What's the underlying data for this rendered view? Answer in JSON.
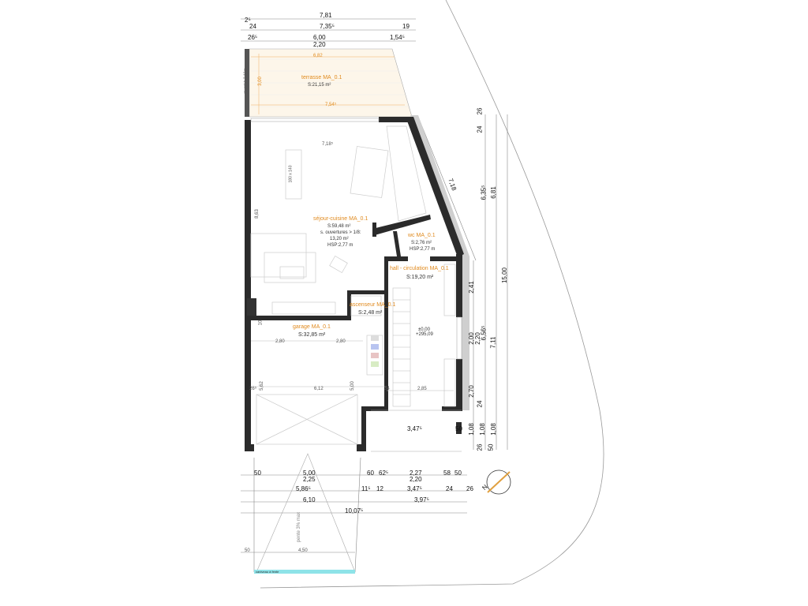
{
  "colors": {
    "wall": "#2b2b2b",
    "wall_outer": "#cfcfcf",
    "room_label": "#e08a1e",
    "terrace": "#fdf6ea",
    "curb": "#8ee3e8"
  },
  "rooms": {
    "terrace": {
      "name": "terrasse MA_0.1",
      "area": "S:21,15 m²",
      "dim_top": "6,82",
      "dim_bottom": "7,54⁵",
      "dim_side": "3,00",
      "wall_note": "muret h 2.10m"
    },
    "living": {
      "name": "séjour-cuisine MA_0.1",
      "area": "S:59,48 m²",
      "openings": "s. ouvertures > 1/8:",
      "openings_area": "13,20 m²",
      "hsp": "HSP:2,77 m",
      "dim_width": "7,18⁵",
      "dim_height": "8,63",
      "table": "180 x 140"
    },
    "wc": {
      "name": "wc MA_0.1",
      "area": "S:2,76 m²",
      "hsp": "HSP:2,77 m"
    },
    "hall": {
      "name": "hall - circulation MA_0.1",
      "area": "S:19,20 m²",
      "level": "±0,00",
      "altitude": "+295,09"
    },
    "elevator": {
      "name": "ascenseur MA_0.1",
      "area": "S:2,48 m²"
    },
    "garage": {
      "name": "garage MA_0.1",
      "area": "S:32,85 m²",
      "dim_left": "2,80",
      "dim_right": "2,80",
      "dim_width": "6,12",
      "dim_h1": "5,62",
      "dim_h2": "5,00",
      "dim_side": "26⁵",
      "dim_34": "34",
      "dim_hall": "2,85",
      "dim_10": "10"
    }
  },
  "dimensions_top": [
    "2⁵",
    "7,81",
    "24",
    "7,35⁵",
    "19",
    "26⁵",
    "6,00",
    "2,20",
    "1,54⁵"
  ],
  "dimensions_right": [
    "7,18",
    "26",
    "24",
    "6,35⁵",
    "6,81",
    "15,00",
    "2,41",
    "2,00",
    "2,20",
    "6,56⁵",
    "7,11",
    "2,70",
    "24",
    "1,08",
    "1,08",
    "1,08",
    "26",
    "50",
    "50"
  ],
  "dimensions_bottom": [
    "50",
    "5,00",
    "2,25",
    "60",
    "62⁵",
    "2,27",
    "2,20",
    "58",
    "50",
    "5,86⁵",
    "11⁵",
    "12",
    "3,47⁵",
    "24",
    "26",
    "6,10",
    "3,97⁵",
    "10,07⁵",
    "50",
    "4,50",
    "3,47⁵"
  ],
  "ramp": {
    "slope": "pente 3% max",
    "curb": "caniveau à fente"
  },
  "compass": {
    "label": "N"
  }
}
